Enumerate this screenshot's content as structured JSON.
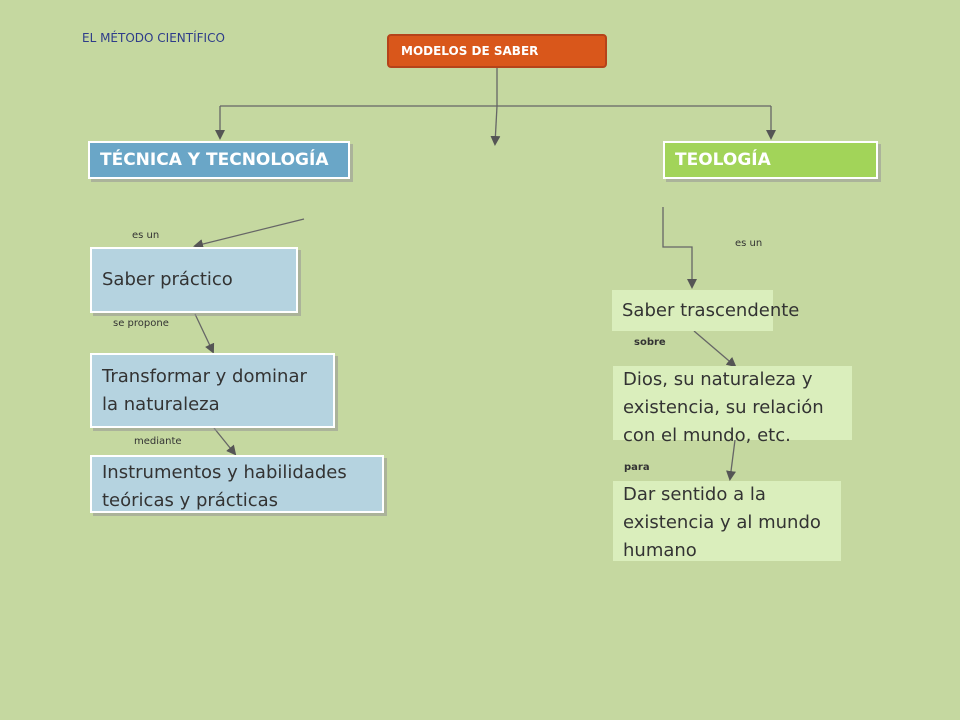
{
  "page_title": "EL MÉTODO CIENTÍFICO",
  "root": {
    "label": "MODELOS DE SABER",
    "color": "#d9571b"
  },
  "branches": {
    "tecnica": {
      "label": "TÉCNICA Y TECNOLOGÍA",
      "color": "#6aa6c7"
    },
    "teologia": {
      "label": "TEOLOGÍA",
      "color": "#a2d459"
    }
  },
  "left_chain": {
    "es_un": "es un",
    "saber_practico": "Saber práctico",
    "se_propone": "se propone",
    "transformar": "Transformar y dominar la naturaleza",
    "mediante": "mediante",
    "instrumentos": "Instrumentos y habilidades teóricas y prácticas"
  },
  "right_chain": {
    "es_un": "es un",
    "saber_trascendente": "Saber trascendente",
    "sobre": "sobre",
    "dios": "Dios, su naturaleza y existencia, su relación con el mundo, etc.",
    "para": "para",
    "dar_sentido": "Dar sentido a la existencia y al mundo humano"
  },
  "colors": {
    "background": "#c5d8a0",
    "connector": "#555555"
  }
}
